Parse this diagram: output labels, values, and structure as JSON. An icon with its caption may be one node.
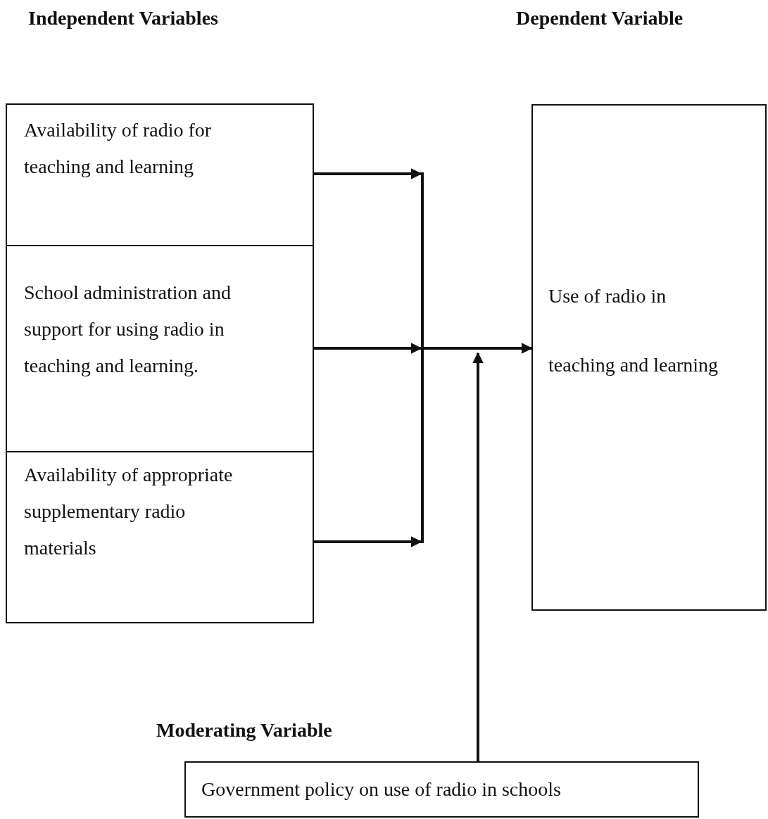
{
  "diagram": {
    "nodes": [
      {
        "text": [
          "Availability of radio for teaching and learning"
        ]
      },
      {
        "text": [
          "School administration and support for using radio in teaching and learning."
        ]
      },
      {
        "text": [
          "Availability of appropriate supplementary radio materials"
        ]
      },
      {
        "text": [
          "Use of radio in",
          "teaching and learning"
        ]
      },
      {
        "text": [
          "Government policy on use of radio in schools"
        ]
      },
      {
        "text": [],
        "shape": "bar"
      }
    ],
    "edges": [
      {
        "from": 0,
        "to": 5,
        "arrow": "to"
      },
      {
        "from": 1,
        "to": 5,
        "arrow": "to"
      },
      {
        "from": 2,
        "to": 5,
        "arrow": "to"
      },
      {
        "from": 5,
        "to": 3,
        "arrow": "to"
      },
      {
        "from": 4,
        "to": null,
        "arrow": "to"
      }
    ],
    "labels": [
      "Independent Variables",
      "Dependent Variable",
      "Moderating Variable"
    ]
  }
}
